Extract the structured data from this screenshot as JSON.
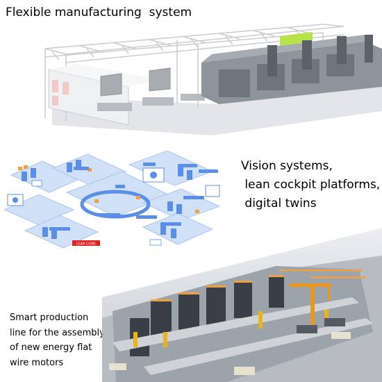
{
  "captions": {
    "flexible_manufacturing": "Flexible manufacturing  system",
    "vision_lines": [
      "Vision systems,",
      " lean cockpit platforms,",
      " digital twins"
    ],
    "smart_line": [
      "Smart production",
      "line for the assembly",
      "of new energy flat",
      "wire motors"
    ]
  },
  "diagram_labels": {
    "red_tag": "LEAN CORE"
  },
  "colors": {
    "truss": "#c9ccd0",
    "machine_gray": "#8e949b",
    "lime_accent": "#b8e24a",
    "lean_blue": "#5b8ee6",
    "floor_blue": "#cfe0f7",
    "red_tag": "#e02020",
    "dark_scene": "#3a3f47",
    "warm_light": "#f0a040",
    "robot_yellow": "#e8b41c",
    "crane_orange": "#e8961c"
  }
}
